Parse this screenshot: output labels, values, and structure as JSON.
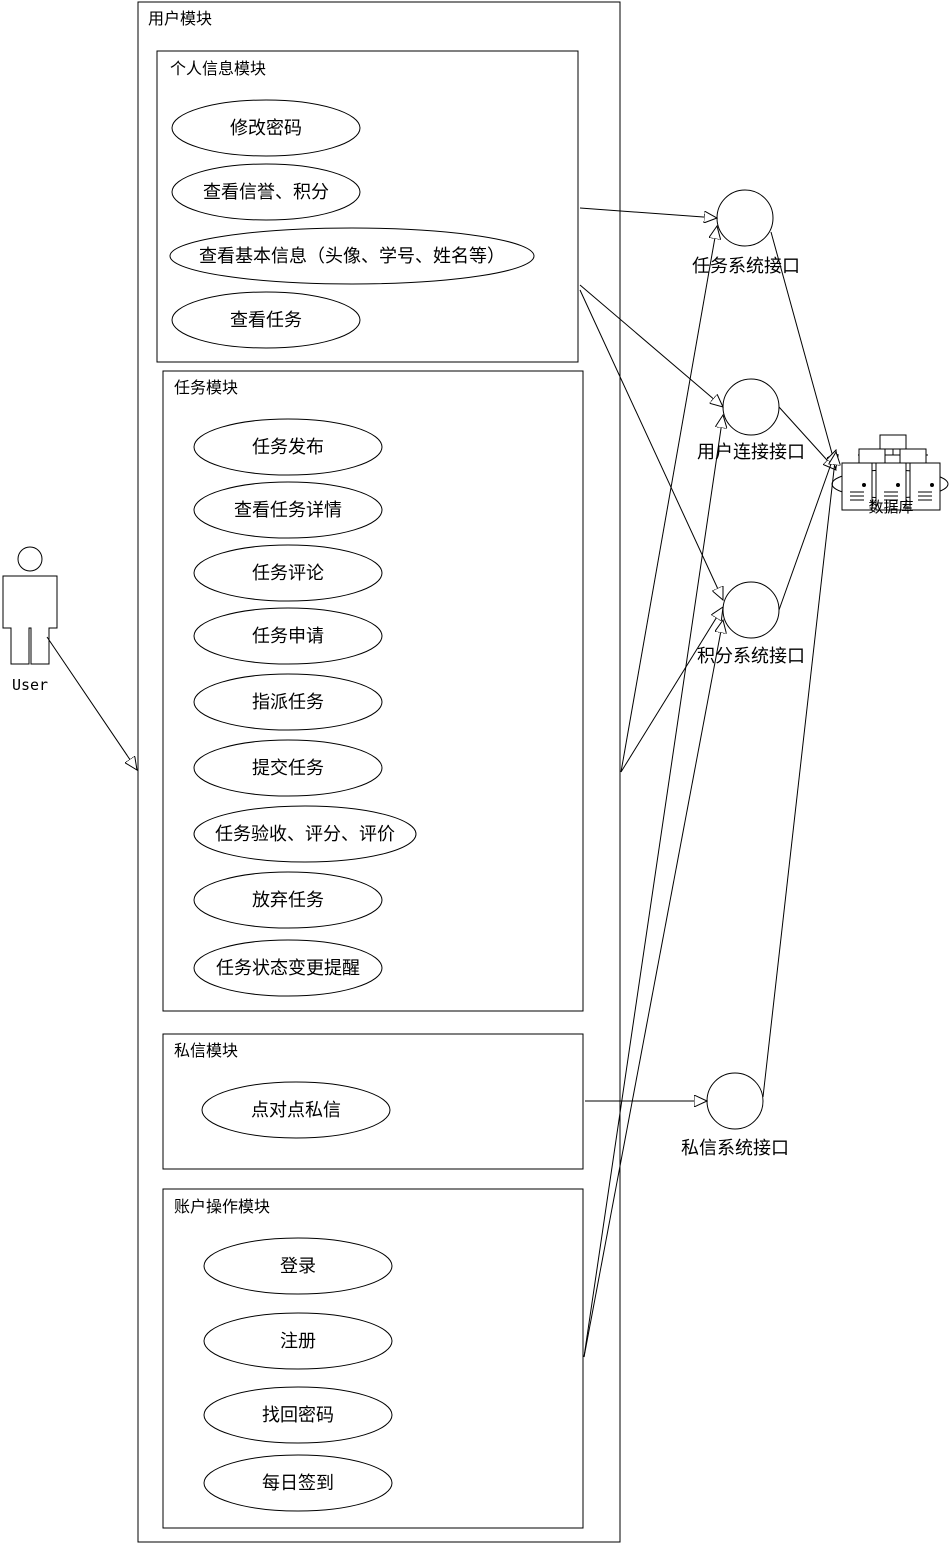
{
  "actor": {
    "label": "User"
  },
  "system": {
    "title": "用户模块"
  },
  "modules": {
    "personal_info": {
      "title": "个人信息模块",
      "use_cases": [
        "修改密码",
        "查看信誉、积分",
        "查看基本信息（头像、学号、姓名等）",
        "查看任务"
      ]
    },
    "task": {
      "title": "任务模块",
      "use_cases": [
        "任务发布",
        "查看任务详情",
        "任务评论",
        "任务申请",
        "指派任务",
        "提交任务",
        "任务验收、评分、评价",
        "放弃任务",
        "任务状态变更提醒"
      ]
    },
    "private_message": {
      "title": "私信模块",
      "use_cases": [
        "点对点私信"
      ]
    },
    "account": {
      "title": "账户操作模块",
      "use_cases": [
        "登录",
        "注册",
        "找回密码",
        "每日签到"
      ]
    }
  },
  "interfaces": {
    "task_system": "任务系统接口",
    "user_connection": "用户连接接口",
    "points_system": "积分系统接口",
    "message_system": "私信系统接口"
  },
  "database": {
    "label": "数据库"
  }
}
